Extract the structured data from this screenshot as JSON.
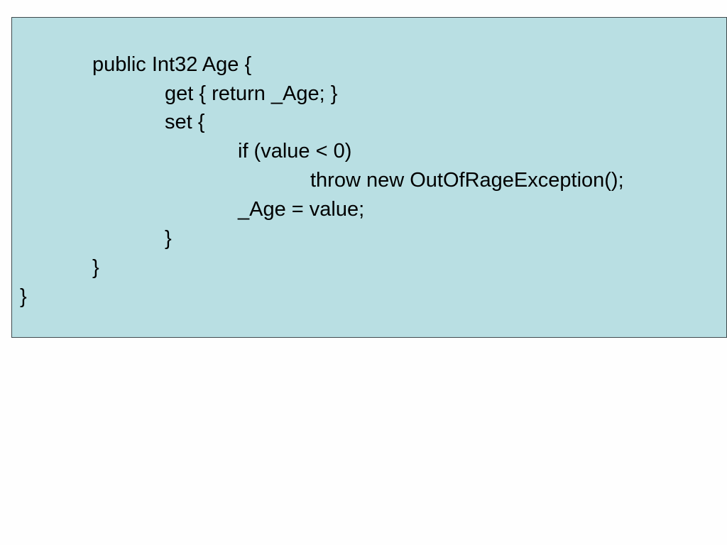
{
  "code_block": {
    "background_color": "#b9dfe3",
    "border_color": "#3f4a4d",
    "lines": [
      "public Int32 Age {",
      "get { return _Age; }",
      "set {",
      "if (value < 0)",
      "throw new OutOfRageException();",
      "_Age = value;",
      "}",
      "}",
      "}"
    ]
  }
}
